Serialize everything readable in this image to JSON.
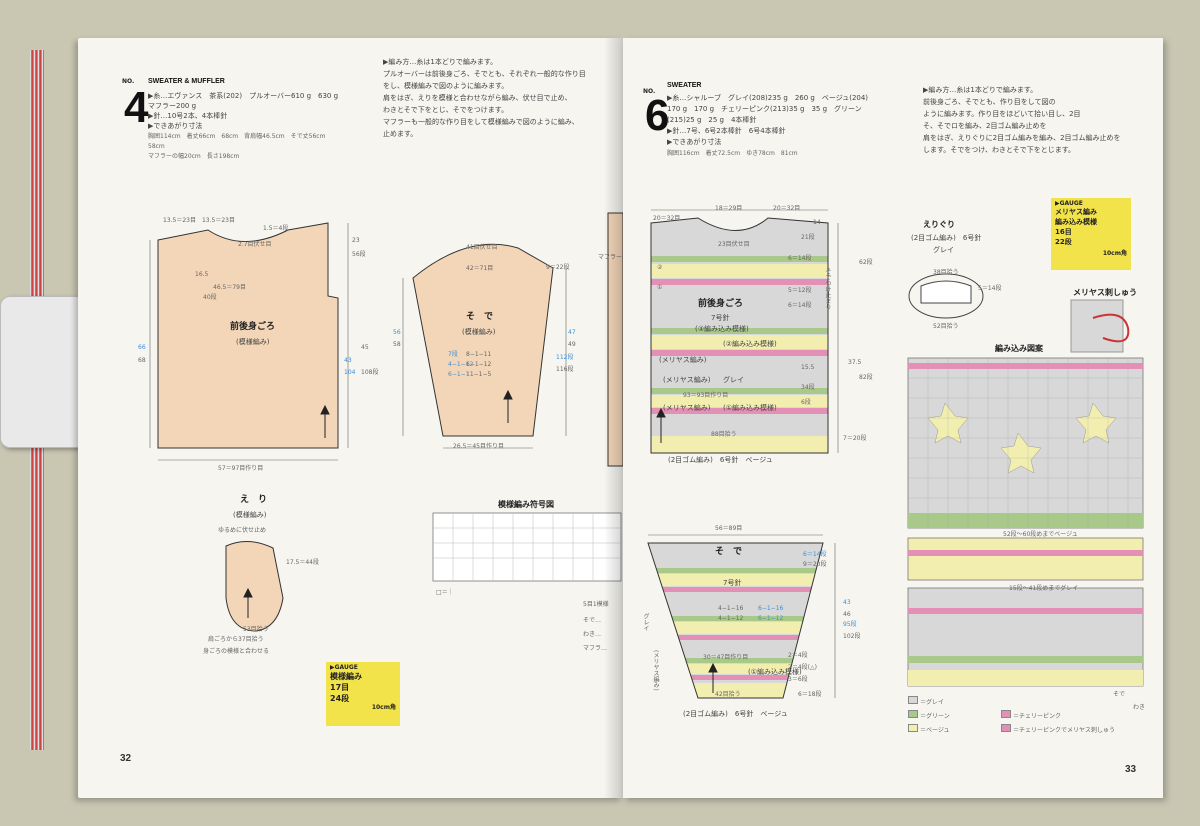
{
  "left_page": {
    "no_label": "NO.",
    "number": "4",
    "title": "SWEATER & MUFFLER",
    "materials": [
      "▶糸…エヴァンス　茶系(202)　プルオーバー610 g　630 g",
      "マフラー200 g",
      "▶針…10号2本、4本棒針",
      "▶できあがり寸法",
      "胸囲114cm　着丈66cm　68cm　背肩幅46.5cm　そで丈56cm",
      "58cm",
      "マフラーの幅20cm　長さ198cm"
    ],
    "method": [
      "▶編み方…糸は1本どりで編みます。",
      "プルオーバーは前後身ごろ、そでとも、それぞれ一般的な作り目",
      "をし、模様編みで図のように編みます。",
      "肩をはぎ、えりを模様と合わせながら編み、伏せ目で止め、",
      "わきとそで下をとじ、そでをつけます。",
      "マフラーも一般的な作り目をして模様編みで図のように編み、",
      "止めます。"
    ],
    "body": {
      "label": "前後身ごろ",
      "sub": "(模様編み)",
      "top_dims": "13.5＝23目　13.5＝23目",
      "neck": "1.5＝4段",
      "neck2": "2.7目伏せ目",
      "shoulder": "16.5",
      "armhole": "46.5＝79目",
      "armhole2": "40段",
      "bottom": "57＝97目作り目",
      "left_dim_a": "66",
      "left_dim_b": "68",
      "right_dim_a": "23",
      "right_dim_b": "56段",
      "right_dim_c": "45",
      "right_dim_d": "43",
      "right_dim_e": "108段",
      "right_dim_f": "104"
    },
    "sleeve": {
      "label": "そ　で",
      "sub": "(模様編み)",
      "top": "41目伏せ目",
      "mid": "42＝71目",
      "bottom": "26.5＝45目作り目",
      "len_a": "56",
      "len_b": "58",
      "rows_a": "9＝22段",
      "rows_b": "112段",
      "rows_c": "116段",
      "rows_d": "47",
      "rows_e": "49",
      "inc1": "8−1−11",
      "inc2": "6−1−12",
      "inc3": "7段",
      "inc4": "11−1−5",
      "inc5": "4−1−12",
      "inc6": "6−1−1"
    },
    "collar": {
      "title": "え　り",
      "sub": "(模様編み)",
      "note1": "ゆるめに伏せ止め",
      "note2": "17.5＝44段",
      "pickup1": "53目拾う",
      "pickup2": "肩ごろから37目拾う",
      "pickup3": "身ごろの模様と合わせる"
    },
    "chart_title": "模様編み符号図",
    "chart_note1": "5目1模様",
    "chart_note2": "そで…",
    "chart_note3": "わき…",
    "chart_note4": "マフラ…",
    "muffler_label": "マフラー",
    "legend_eq": "□＝｜",
    "gauge": {
      "tag": "▶GAUGE",
      "line1": "模様編み",
      "line2": "17目",
      "line3": "24段",
      "line4": "10cm角"
    },
    "page_number": "32"
  },
  "right_page": {
    "no_label": "NO.",
    "number": "6",
    "title": "SWEATER",
    "materials": [
      "▶糸…シャルーブ　グレイ(208)235 g　260 g　ベージュ(204)",
      "170 g　170 g　チェリーピンク(213)35 g　35 g　グリーン",
      "(215)25 g　25 g　4本棒針",
      "▶針…7号、6号2本棒針　6号4本棒針",
      "▶できあがり寸法",
      "胸囲116cm　着丈72.5cm　ゆき78cm　81cm"
    ],
    "method": [
      "▶編み方…糸は1本どりで編みます。",
      "前後身ごろ、そでとも、作り目をして図の",
      "ように編みます。作り目をほどいて拾い目し、2目",
      "そ、そでロを編み、2目ゴム編み止めを",
      "肩をはぎ、えりぐりに2目ゴム編みを編み、2目ゴム編み止めを",
      "します。そでをつけ、わきとそで下をとじます。"
    ],
    "body": {
      "label": "前後身ごろ",
      "needle": "7号針",
      "pattern": "(③編み込み模様)",
      "top1": "20＝32目",
      "top2": "18＝29目",
      "top3": "20＝32目",
      "neck": "23目伏せ目",
      "shoulder1": "21段",
      "shoulder2": "6＝14段",
      "r1": "5＝12段",
      "r2": "6＝14段",
      "r3": "62段",
      "r4": "37.5",
      "r5": "82段",
      "r6": "15.5",
      "r7": "34段",
      "r8": "6段",
      "r9": "7＝20段",
      "tag1": "②",
      "tag2": "①",
      "stockinette1": "(メリヤス編み)",
      "pattern2": "(②編み込み模様)",
      "stockinette2": "(メリヤス編み)",
      "gray": "グレイ",
      "stockinette3": "(メリヤス編み)",
      "pattern3": "(①編み込み模様)",
      "cast": "93＝93目作り目",
      "cast2": "88目拾う",
      "rib": "(2目ゴム編み)　6号針　ベージュ",
      "sleeve_attach": "そでつけ止まり",
      "side_dims": "14"
    },
    "sleeve": {
      "label": "そ　で",
      "needle": "7号針",
      "top": "56＝89目",
      "r1": "6＝14段",
      "r2": "9＝20段",
      "r3": "43",
      "r4": "95段",
      "r5": "102段",
      "r6": "46",
      "r7": "2＝4段",
      "r8": "2＝4段(△)",
      "r9": "3＝6段",
      "r10": "6＝18段",
      "cast": "30＝47目作り目",
      "pickup": "42目拾う",
      "rib": "(2目ゴム編み)　6号針　ベージュ",
      "pattern": "(①編み込み模様)",
      "stock": "(メリヤス編み)",
      "gray": "グレイ",
      "inc1": "4−1−16",
      "inc2": "4−1−12",
      "inc3": "6−1−16",
      "inc4": "6−1−12"
    },
    "collar": {
      "title": "えりぐり",
      "sub": "(2目ゴム編み)　6号針",
      "color": "グレイ",
      "pick1": "38目拾う",
      "pick2": "5＝14段",
      "pick3": "52目拾う"
    },
    "embroidery": "メリヤス刺しゅう",
    "chart_title": "編み込み図案",
    "chart_note1": "52段〜60段めまでベージュ",
    "chart_note2": "15段〜41段めまでグレイ",
    "chart_note3": "そで",
    "chart_note4": "わき",
    "legend": [
      {
        "symbol": "□",
        "label": "＝グレイ",
        "color": "#d8d8d8"
      },
      {
        "symbol": "■",
        "label": "＝グリーン",
        "color": "#a9c98a"
      },
      {
        "symbol": "□",
        "label": "＝ベージュ",
        "color": "#f2eeb0"
      },
      {
        "symbol": "■",
        "label": "＝チェリーピンク",
        "color": "#e48fb5"
      },
      {
        "symbol": "☒",
        "label": "＝チェリーピンクでメリヤス刺しゅう",
        "color": "#e48fb5"
      }
    ],
    "gauge": {
      "tag": "▶GAUGE",
      "line1": "メリヤス編み",
      "line2": "編み込み模様",
      "line3": "16目",
      "line4": "22段",
      "line5": "10cm角"
    },
    "page_number": "33"
  },
  "colors": {
    "body_fill": "#f3d6b8",
    "gray": "#d8d8d8",
    "pink": "#e48fb5",
    "green": "#a9c98a",
    "beige": "#f2eeb0",
    "blue_text": "#3a8fd8",
    "gauge_yellow": "#f2e34b"
  }
}
